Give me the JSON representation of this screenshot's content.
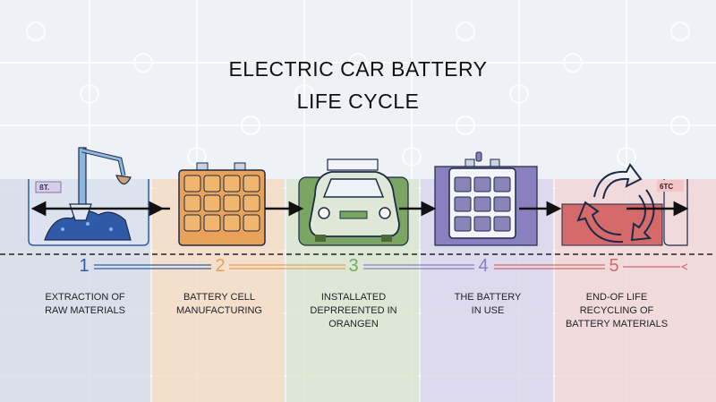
{
  "title": {
    "line1": "ELECTRIC CAR BATTERY",
    "line2": "LIFE CYCLE"
  },
  "tags": {
    "left": "ßT.",
    "right": "6TC"
  },
  "steps": [
    {
      "number": "1",
      "line1": "EXTRACTION OF",
      "line2": "RAW MATERIALS",
      "line3": "",
      "color": "#2d5fa8"
    },
    {
      "number": "2",
      "line1": "BATTERY CELL",
      "line2": "MANUFACTURING",
      "line3": "",
      "color": "#e8a25a"
    },
    {
      "number": "3",
      "line1": "INSTALLATED",
      "line2": "DEPRREENTED IN",
      "line3": "ORANGEN",
      "color": "#7aa562"
    },
    {
      "number": "4",
      "line1": "THE BATTERY",
      "line2": "IN USE",
      "line3": "",
      "color": "#8a7fbf"
    },
    {
      "number": "5",
      "line1": "END-OF LIFE",
      "line2": "RECYCLING OF",
      "line3": "BATTERY MATERIALS",
      "color": "#d46a6a"
    }
  ],
  "icons": {
    "step1": "excavator-icon",
    "step2": "battery-cell-icon",
    "step3": "electric-car-icon",
    "step4": "battery-pack-icon",
    "step5": "recycling-icon"
  }
}
